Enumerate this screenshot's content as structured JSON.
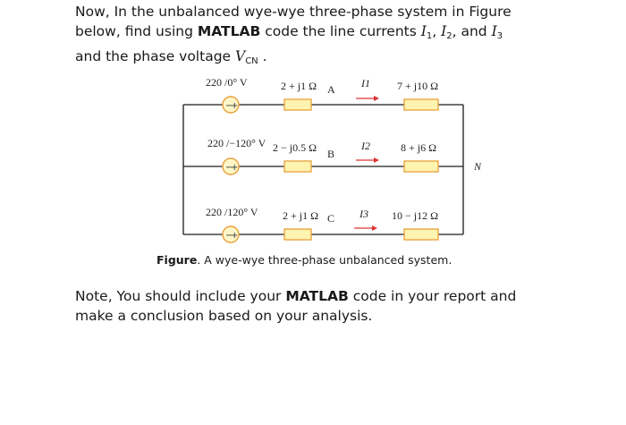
{
  "question": {
    "line1": "Now, In the unbalanced wye-wye three-phase system in Figure",
    "line2_pre": "below, find using ",
    "line2_bold": "MATLAB",
    "line2_post": " code the line currents ",
    "i1": "I",
    "i1_sub": "1",
    "sep1": ", ",
    "i2": "I",
    "i2_sub": "2",
    "sep2": ", and ",
    "i3": "I",
    "i3_sub": "3",
    "line3_pre": "and the phase voltage ",
    "v": "V",
    "v_sub": "CN",
    "line3_post": " ."
  },
  "figure": {
    "source_a": "220 /0° V",
    "source_b": "220 /−120° V",
    "source_c": "220 /120° V",
    "line_z_a": "2 + j1 Ω",
    "line_z_b": "2 − j0.5 Ω",
    "line_z_c": "2 + j1 Ω",
    "node_a": "A",
    "node_b": "B",
    "node_c": "C",
    "current_1": "I1",
    "current_2": "I2",
    "current_3": "I3",
    "load_a": "7 + j10 Ω",
    "load_b": "8 + j6 Ω",
    "load_c": "10 − j12 Ω",
    "neutral": "N",
    "caption_bold": "Figure",
    "caption_rest": ". A wye-wye three-phase unbalanced system."
  },
  "note": {
    "line1_pre": "Note, You should include your ",
    "line1_bold": "MATLAB",
    "line1_post": " code in your report and",
    "line2": "make a conclusion based on your analysis."
  },
  "colors": {
    "resistor_fill": "#fff3b0",
    "resistor_stroke": "#e8a03a",
    "source_fill": "#fff7c8",
    "wire": "#1a1a1a"
  }
}
